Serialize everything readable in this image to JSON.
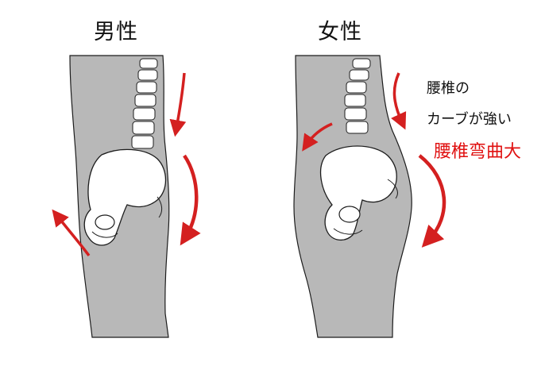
{
  "labels": {
    "male": "男性",
    "female": "女性",
    "note_line1": "腰椎の",
    "note_line2": "カーブが強い",
    "note_highlight": "腰椎弯曲大"
  },
  "colors": {
    "body_fill": "#b8b8b8",
    "outline": "#1c1c1c",
    "bone": "#ffffff",
    "arrow": "#d42020",
    "highlight_text": "#e01010"
  },
  "icons": {
    "arrows": "curved-red-arrow",
    "spine": "spine-icon",
    "pelvis": "pelvis-icon"
  }
}
